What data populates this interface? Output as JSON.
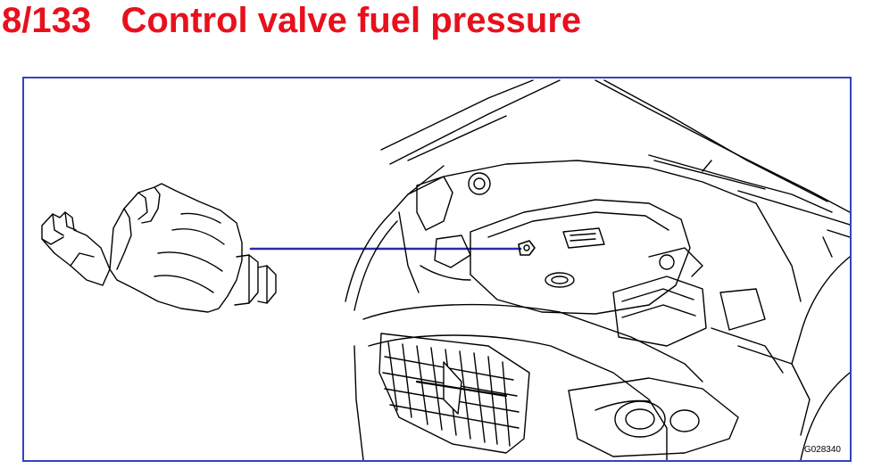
{
  "header": {
    "code": "8/133",
    "title": "Control valve fuel pressure"
  },
  "figure": {
    "id_label": "G028340",
    "leader_color": "#2a2ab0",
    "frame_color": "#3344bb",
    "title_color": "#e8101d"
  }
}
